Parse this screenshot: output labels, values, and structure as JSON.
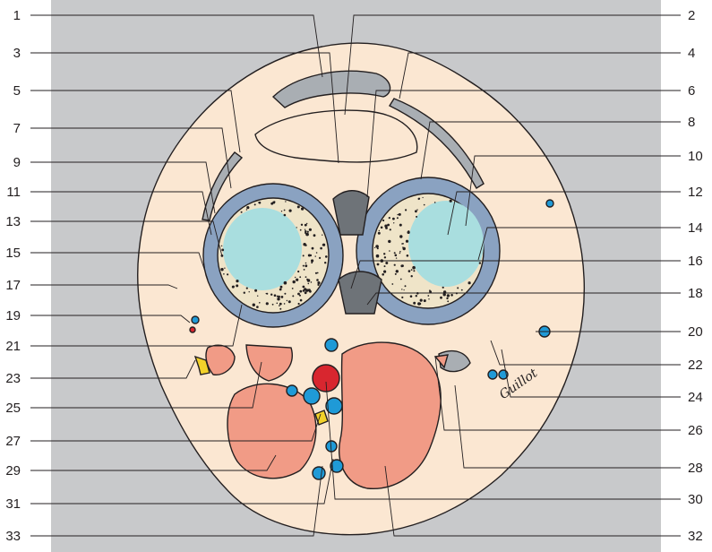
{
  "labels": [
    "1",
    "2",
    "3",
    "4",
    "5",
    "6",
    "7",
    "8",
    "9",
    "10",
    "11",
    "12",
    "13",
    "14",
    "15",
    "16",
    "17",
    "18",
    "19",
    "20",
    "21",
    "22",
    "23",
    "24",
    "25",
    "26",
    "27",
    "28",
    "29",
    "30",
    "31",
    "32",
    "33"
  ],
  "signature": "Guillot",
  "colors": {
    "backdrop": "#c8c9cb",
    "skin": "#fbe7d2",
    "outline": "#231f20",
    "cartilage": "#8aa2c1",
    "bone_marrow": "#a9dedf",
    "bone": "#efe4c8",
    "ligament": "#6e7378",
    "muscle": "#f19b86",
    "artery": "#d8262f",
    "vein": "#1f9ad7",
    "nerve": "#f2d12a"
  }
}
